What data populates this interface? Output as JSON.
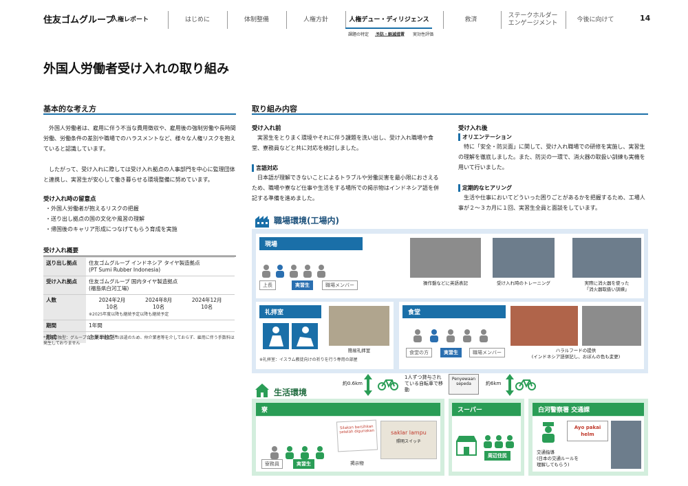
{
  "header": {
    "logo": "住友ゴムグループ",
    "report": "人権レポート",
    "page": "14",
    "nav": [
      "はじめに",
      "体制整備",
      "人権方針",
      "人権デュー・ディリジェンス",
      "救済",
      "ステークホルダー\nエンゲージメント",
      "今後に向けて"
    ],
    "sub": [
      "課題の特定",
      "予防・軽減措置",
      "実効性評価"
    ]
  },
  "title": "外国人労働者受け入れの取り組み",
  "left": {
    "heading": "基本的な考え方",
    "p1": "外国人労働者は、雇用に伴う不当な費用徴収や、雇用後の強制労働や長時間労働、労働条件の差別や職場でのハラスメントなど、様々な人権リスクを抱えていると認識しています。",
    "p2": "したがって、受け入れに際しては受け入れ拠点の人事部門を中心に監理団体と連携し、実習生が安心して働き暮らせる環境整備に努めています。",
    "notes_h": "受け入れ時の留意点",
    "notes": [
      "・外国人労働者が抱えるリスクの把握",
      "・送り出し拠点の国の文化や風習の理解",
      "・帰国後のキャリア形成につなげてもらう育成を実施"
    ],
    "overview_h": "受け入れ概要",
    "rows": [
      {
        "k": "送り出し拠点",
        "v": "住友ゴムグループ インドネシア タイヤ製造拠点\n(PT Sumi Rubber Indonesia)"
      },
      {
        "k": "受け入れ拠点",
        "v": "住友ゴムグループ 国内タイヤ製造拠点\n(福島県白河工場)"
      },
      {
        "k": "人数",
        "v": ""
      },
      {
        "k": "期間",
        "v": "1年間"
      },
      {
        "k": "形式",
        "v": "企業単独型*"
      }
    ],
    "people": [
      {
        "d": "2024年2月",
        "n": "10名"
      },
      {
        "d": "2024年8月",
        "n": "10名"
      },
      {
        "d": "2024年12月",
        "n": "10名"
      }
    ],
    "people_note": "※2025年度以降も継続予定以降も継続予定",
    "foot": "*企業単独型：グループ会社から本社への派遣のため、仲介業者等を介しておらず、雇用に伴う手数料は発生しておりません"
  },
  "right": {
    "heading": "取り組み内容",
    "before_h": "受け入れ前",
    "before_p": "実習生をとりまく環境やそれに伴う課題を洗い出し、受け入れ職場や食堂、寮務員などと共に対応を検討しました。",
    "lang_h": "言語対応",
    "lang_p": "日本語が理解できないことによるトラブルや労働災害を最小限におさえるため、職場や寮など仕事や生活をする場所での掲示物はインドネシア語を併記する準備を進めました。",
    "after_h": "受け入れ後",
    "orient_h": "オリエンテーション",
    "orient_p": "特に「安全・防災面」に関して、受け入れ職場での研修を実施し、実習生の理解を徹底しました。また、防災の一環で、消火器の取扱い訓練も実機を用いて行いました。",
    "hear_h": "定期的なヒアリング",
    "hear_p": "生活や仕事においてどういった困りごとがあるかを把握するため、工場人事が２～３カ月に１回、実習生全員と面談をしています。"
  },
  "diagram": {
    "work_title": "職場環境(工場内)",
    "genba": "現場",
    "genba_tags": [
      "上長",
      "実習生",
      "職場メンバー"
    ],
    "genba_caps": [
      "操作盤などに英語表記",
      "受け入れ時のトレーニング",
      "実際に消火器を使った\n「消火器取扱い訓練」"
    ],
    "pray": "礼拝室",
    "pray_cap": "簡易礼拝室",
    "pray_note": "※礼拝室：イスラム教徒向けの祈りを行う専用の部屋",
    "food": "食堂",
    "food_tags": [
      "食堂の方",
      "実習生",
      "職場メンバー"
    ],
    "food_cap": "ハラルフードの提供\n(インドネシア語併記し、おぼんの色も変更)",
    "d1": "約0.6km",
    "bike": "1人ずつ貸与されている自転車で移動",
    "sign": "Penyewaan\nsepeda",
    "d2": "約6km",
    "life_title": "生活環境",
    "dorm": "寮",
    "dorm_tags": [
      "寮務員",
      "実習生"
    ],
    "dorm_cap": "掲示物",
    "dorm_sign1": "Silakan bersihkan\nsetelah digunakan",
    "dorm_sign2": "saklar lampu",
    "dorm_sign2b": "照明スイッチ",
    "super": "スーパー",
    "super_tag": "周辺住民",
    "police": "白河警察署 交通課",
    "police_sign": "Ayo pakai\nhelm",
    "police_cap": "交通指導\n(日本の交通ルールを\n理解してもらう)"
  },
  "colors": {
    "blue": "#1a6fa8",
    "green": "#2a9d56"
  }
}
